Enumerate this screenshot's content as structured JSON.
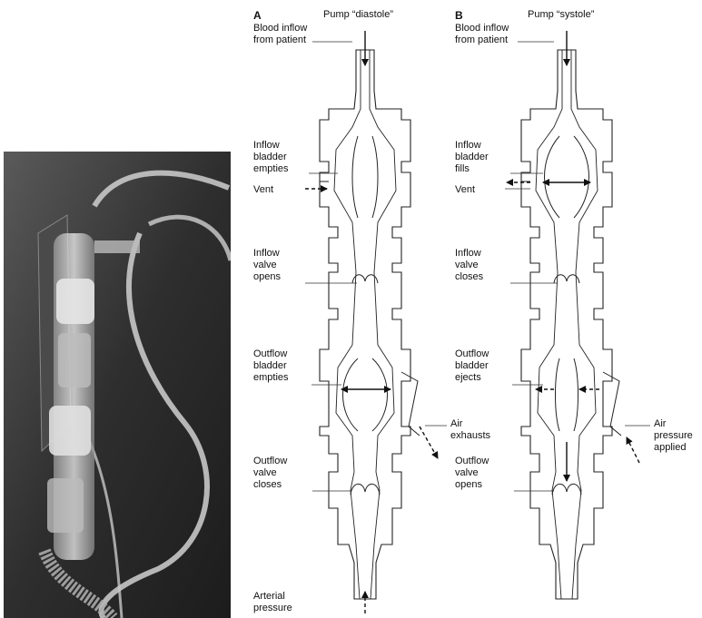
{
  "panel_a": {
    "letter": "A",
    "title": "Pump “diastole”",
    "labels": {
      "blood_inflow": "Blood inflow\nfrom patient",
      "inflow_bladder": "Inflow\nbladder\nempties",
      "vent": "Vent",
      "inflow_valve": "Inflow\nvalve\nopens",
      "outflow_bladder": "Outflow\nbladder\nempties",
      "air": "Air\nexhausts",
      "outflow_valve": "Outflow\nvalve\ncloses",
      "arterial": "Arterial\npressure"
    }
  },
  "panel_b": {
    "letter": "B",
    "title": "Pump “systole”",
    "labels": {
      "blood_inflow": "Blood inflow\nfrom patient",
      "inflow_bladder": "Inflow\nbladder\nfills",
      "vent": "Vent",
      "inflow_valve": "Inflow\nvalve\ncloses",
      "outflow_bladder": "Outflow\nbladder\nejects",
      "air": "Air\npressure\napplied",
      "outflow_valve": "Outflow\nvalve\nopens"
    }
  },
  "colors": {
    "line": "#222222",
    "photo_bg": "#3a3a3a"
  }
}
